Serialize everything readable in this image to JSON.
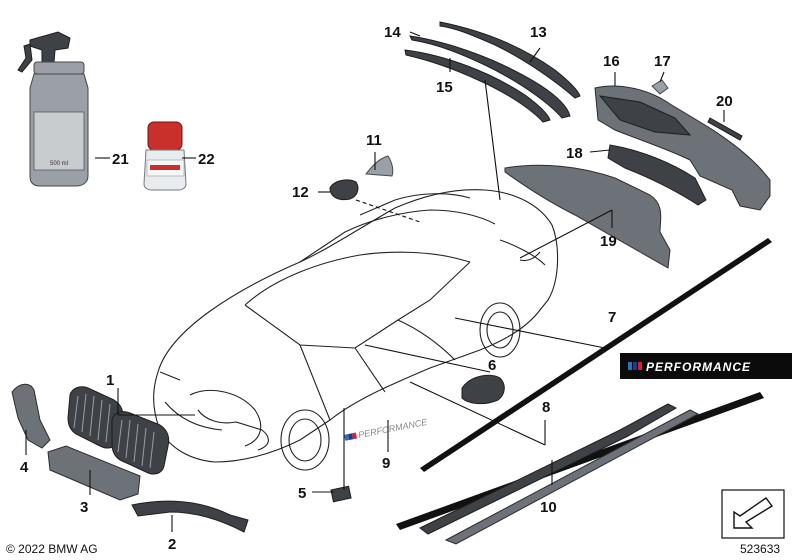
{
  "diagram": {
    "callouts": [
      "1",
      "2",
      "3",
      "4",
      "5",
      "6",
      "7",
      "8",
      "9",
      "10",
      "11",
      "12",
      "13",
      "14",
      "15",
      "16",
      "17",
      "18",
      "19",
      "20",
      "21",
      "22"
    ],
    "badge_text": "PERFORMANCE",
    "decal_text": "PERFORMANCE",
    "bottle_label": "500 ml",
    "copyright": "© 2022 BMW AG",
    "diagram_number": "523633"
  }
}
